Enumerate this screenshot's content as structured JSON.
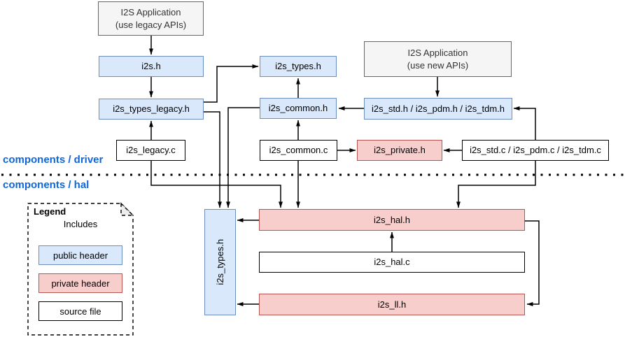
{
  "sections": {
    "driver_label": "components / driver",
    "hal_label": "components / hal"
  },
  "colors": {
    "public_header_fill": "#dae8fc",
    "public_header_border": "#6c8ebf",
    "private_header_fill": "#f8cecc",
    "private_header_border": "#b85450",
    "application_fill": "#f5f5f5",
    "application_border": "#666666",
    "source_file_fill": "#ffffff",
    "source_file_border": "#000000",
    "section_label_color": "#1166d6",
    "connector_color": "#000000"
  },
  "nodes": {
    "app_legacy": {
      "label": "I2S Application\n(use legacy APIs)",
      "kind": "application"
    },
    "i2s_h": {
      "label": "i2s.h",
      "kind": "public header"
    },
    "i2s_types_legacy_h": {
      "label": "i2s_types_legacy.h",
      "kind": "public header"
    },
    "i2s_legacy_c": {
      "label": "i2s_legacy.c",
      "kind": "source file"
    },
    "i2s_types_h": {
      "label": "i2s_types.h",
      "kind": "public header"
    },
    "i2s_common_h": {
      "label": "i2s_common.h",
      "kind": "public header"
    },
    "i2s_common_c": {
      "label": "i2s_common.c",
      "kind": "source file"
    },
    "i2s_private_h": {
      "label": "i2s_private.h",
      "kind": "private header"
    },
    "app_new": {
      "label": "I2S Application\n(use new APIs)",
      "kind": "application"
    },
    "i2s_std_pdm_tdm_h": {
      "label": "i2s_std.h / i2s_pdm.h / i2s_tdm.h",
      "kind": "public header"
    },
    "i2s_std_pdm_tdm_c": {
      "label": "i2s_std.c / i2s_pdm.c / i2s_tdm.c",
      "kind": "source file"
    },
    "i2s_types_h_hal": {
      "label": "i2s_types.h",
      "kind": "public header"
    },
    "i2s_hal_h": {
      "label": "i2s_hal.h",
      "kind": "private header"
    },
    "i2s_hal_c": {
      "label": "i2s_hal.c",
      "kind": "source file"
    },
    "i2s_ll_h": {
      "label": "i2s_ll.h",
      "kind": "private header"
    }
  },
  "legend": {
    "title": "Legend",
    "arrow_label": "Includes",
    "items": [
      {
        "label": "public header",
        "style": "public"
      },
      {
        "label": "private header",
        "style": "private"
      },
      {
        "label": "source file",
        "style": "source"
      }
    ]
  }
}
